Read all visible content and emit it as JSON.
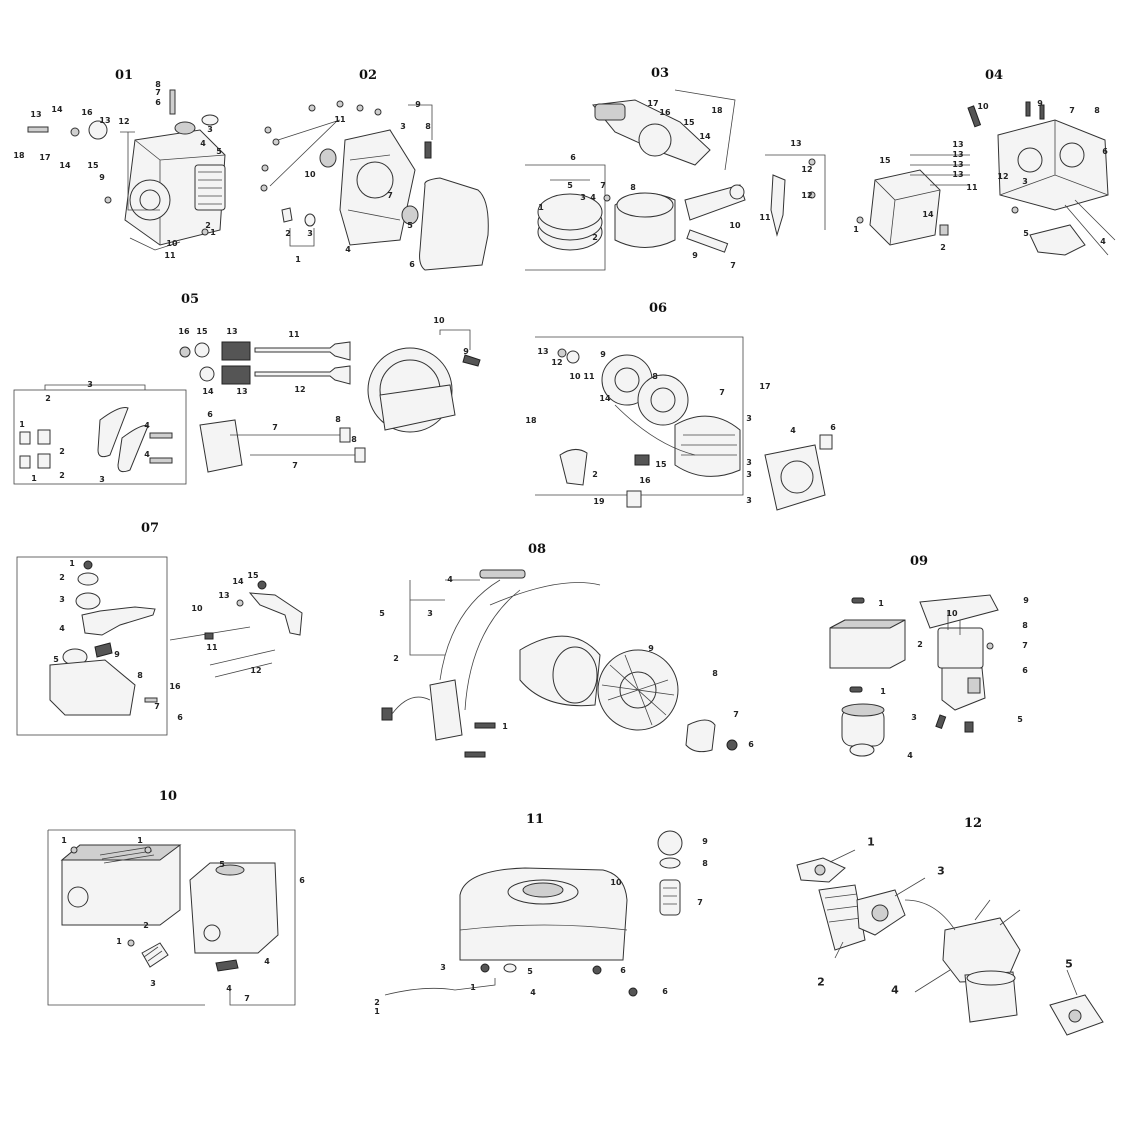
{
  "panels": [
    {
      "id": "p01",
      "title": "01",
      "labels": [
        "13",
        "14",
        "16",
        "13",
        "12",
        "18",
        "17",
        "14",
        "15",
        "9",
        "8",
        "7",
        "6",
        "3",
        "4",
        "5",
        "2",
        "1",
        "10",
        "11"
      ]
    },
    {
      "id": "p02",
      "title": "02",
      "labels": [
        "11",
        "9",
        "3",
        "8",
        "10",
        "7",
        "5",
        "2",
        "3",
        "1",
        "4",
        "6"
      ]
    },
    {
      "id": "p03",
      "title": "03",
      "labels": [
        "17",
        "18",
        "16",
        "15",
        "14",
        "13",
        "12",
        "12",
        "11",
        "6",
        "5",
        "3",
        "4",
        "7",
        "8",
        "1",
        "2",
        "10",
        "9",
        "7"
      ]
    },
    {
      "id": "p04",
      "title": "04",
      "labels": [
        "10",
        "9",
        "7",
        "8",
        "6",
        "15",
        "13",
        "13",
        "13",
        "13",
        "11",
        "12",
        "14",
        "3",
        "5",
        "1",
        "2",
        "4"
      ]
    },
    {
      "id": "p05",
      "title": "05",
      "labels": [
        "16",
        "15",
        "13",
        "11",
        "10",
        "9",
        "14",
        "13",
        "12",
        "3",
        "2",
        "4",
        "1",
        "2",
        "1",
        "2",
        "3",
        "4",
        "6",
        "7",
        "8",
        "7",
        "8"
      ]
    },
    {
      "id": "p06",
      "title": "06",
      "labels": [
        "13",
        "12",
        "9",
        "10",
        "11",
        "8",
        "14",
        "7",
        "17",
        "18",
        "3",
        "4",
        "6",
        "3",
        "2",
        "16",
        "15",
        "3",
        "19",
        "3"
      ]
    },
    {
      "id": "p07",
      "title": "07",
      "labels": [
        "1",
        "2",
        "3",
        "4",
        "9",
        "5",
        "8",
        "7",
        "6",
        "16",
        "14",
        "15",
        "13",
        "10",
        "11",
        "12"
      ]
    },
    {
      "id": "p08",
      "title": "08",
      "labels": [
        "4",
        "5",
        "3",
        "2",
        "9",
        "8",
        "1",
        "7",
        "6"
      ]
    },
    {
      "id": "p09",
      "title": "09",
      "labels": [
        "1",
        "2",
        "1",
        "3",
        "4",
        "9",
        "10",
        "8",
        "7",
        "6",
        "5"
      ]
    },
    {
      "id": "p10",
      "title": "10",
      "labels": [
        "1",
        "1",
        "5",
        "6",
        "1",
        "2",
        "3",
        "4",
        "4",
        "7"
      ]
    },
    {
      "id": "p11",
      "title": "11",
      "labels": [
        "9",
        "8",
        "10",
        "7",
        "3",
        "5",
        "6",
        "1",
        "4",
        "2",
        "1",
        "6"
      ]
    },
    {
      "id": "p12",
      "title": "12",
      "labels": [
        "1",
        "3",
        "2",
        "4",
        "5"
      ]
    }
  ]
}
